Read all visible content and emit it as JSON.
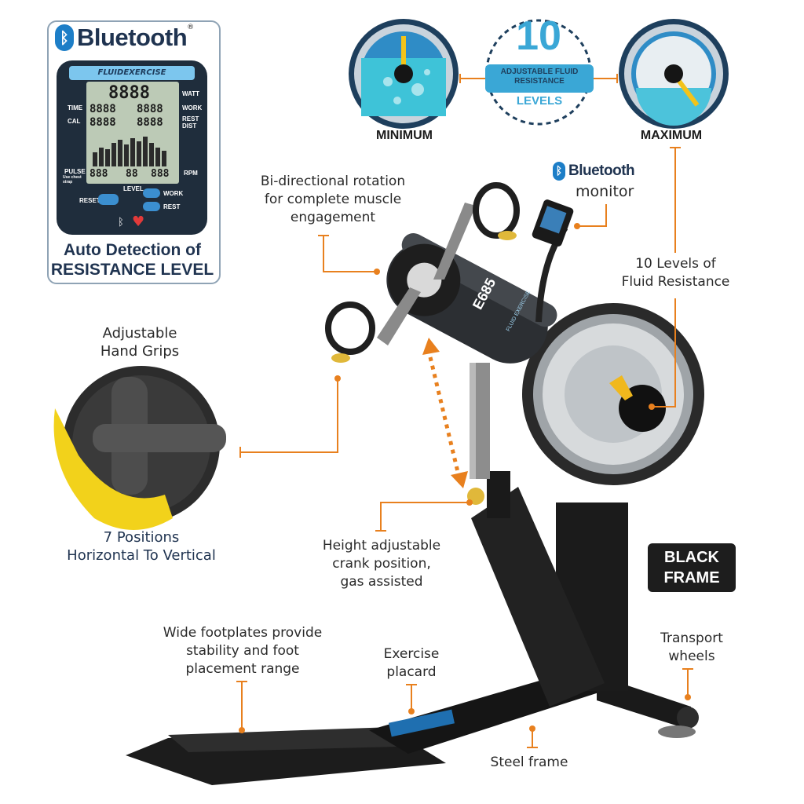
{
  "bluetooth_panel": {
    "brand": "Bluetooth",
    "registered": "®",
    "monitor_brand": "FLUIDEXERCISE",
    "display_top": "8888",
    "display_row2_left": "8888",
    "display_row2_right": "8888",
    "display_row3_left": "8888",
    "display_row3_right": "8888",
    "display_bottom_left": "888",
    "display_bottom_mid": "88",
    "display_bottom_right": "888",
    "labels": {
      "watt": "WATT",
      "time": "TIME",
      "work": "WORK",
      "cal": "CAL",
      "rest_dist_1": "REST",
      "rest_dist_2": "DIST",
      "pulse": "PULSE",
      "pulse_note": "Use chest strap",
      "rpm": "RPM",
      "level": "LEVEL",
      "reset": "RESET",
      "work_btn": "WORK",
      "rest_btn": "REST"
    },
    "caption_line1": "Auto Detection of",
    "caption_line2": "RESISTANCE LEVEL"
  },
  "resistance": {
    "number": "10",
    "line1": "ADJUSTABLE FLUID",
    "line2": "RESISTANCE",
    "line3": "LEVELS",
    "min_label": "MINIMUM",
    "max_label": "MAXIMUM"
  },
  "callouts": {
    "rotation": [
      "Bi-directional rotation",
      "for complete muscle",
      "engagement"
    ],
    "bt_monitor_brand": "Bluetooth",
    "bt_monitor_word": "monitor",
    "fluid_levels": [
      "10 Levels of",
      "Fluid Resistance"
    ],
    "hand_grips": [
      "Adjustable",
      "Hand  Grips"
    ],
    "positions": [
      "7 Positions",
      "Horizontal To Vertical"
    ],
    "height": [
      "Height adjustable",
      "crank position,",
      "gas assisted"
    ],
    "black_frame": [
      "BLACK",
      "FRAME"
    ],
    "footplates": [
      "Wide footplates provide",
      "stability and foot",
      "placement range"
    ],
    "placard": [
      "Exercise",
      "placard"
    ],
    "transport": [
      "Transport",
      "wheels"
    ],
    "steel": "Steel frame"
  },
  "product": {
    "model": "E685",
    "badge": "FLUID EXERCISE"
  },
  "colors": {
    "accent_orange": "#e8801e",
    "navy": "#1f3350",
    "bluetooth_blue": "#1d7ec7",
    "water_blue": "#3aa7d6",
    "frame_black": "#1d1d1d"
  }
}
